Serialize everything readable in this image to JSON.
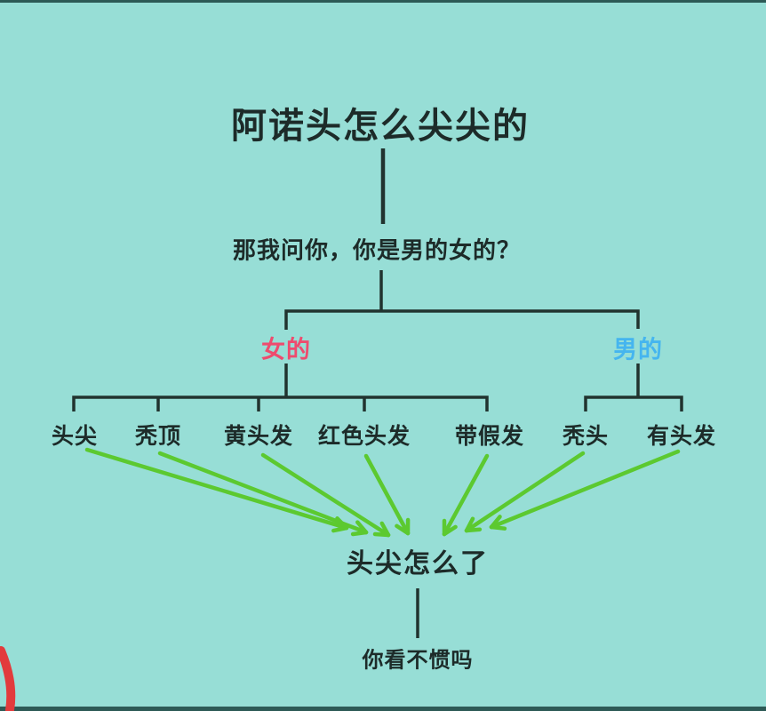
{
  "flowchart": {
    "title": "阿诺头怎么尖尖的",
    "question": "那我问你，你是男的女的？",
    "branches": [
      {
        "label": "女的",
        "color": "#ee4b6e",
        "children": [
          "头尖",
          "秃顶",
          "黄头发",
          "红色头发",
          "带假发"
        ]
      },
      {
        "label": "男的",
        "color": "#45b5ef",
        "children": [
          "秃头",
          "有头发"
        ]
      }
    ],
    "convergence": "头尖怎么了",
    "final_question": "你看不惯吗"
  },
  "colors": {
    "background": "#97ded6",
    "line": "#21332f",
    "text": "#1d2b29",
    "female": "#ee4b6e",
    "male": "#45b5ef",
    "arrow": "#5cc930",
    "edge_strip": "#2d5a56",
    "corner_mark": "#e23b3c"
  }
}
